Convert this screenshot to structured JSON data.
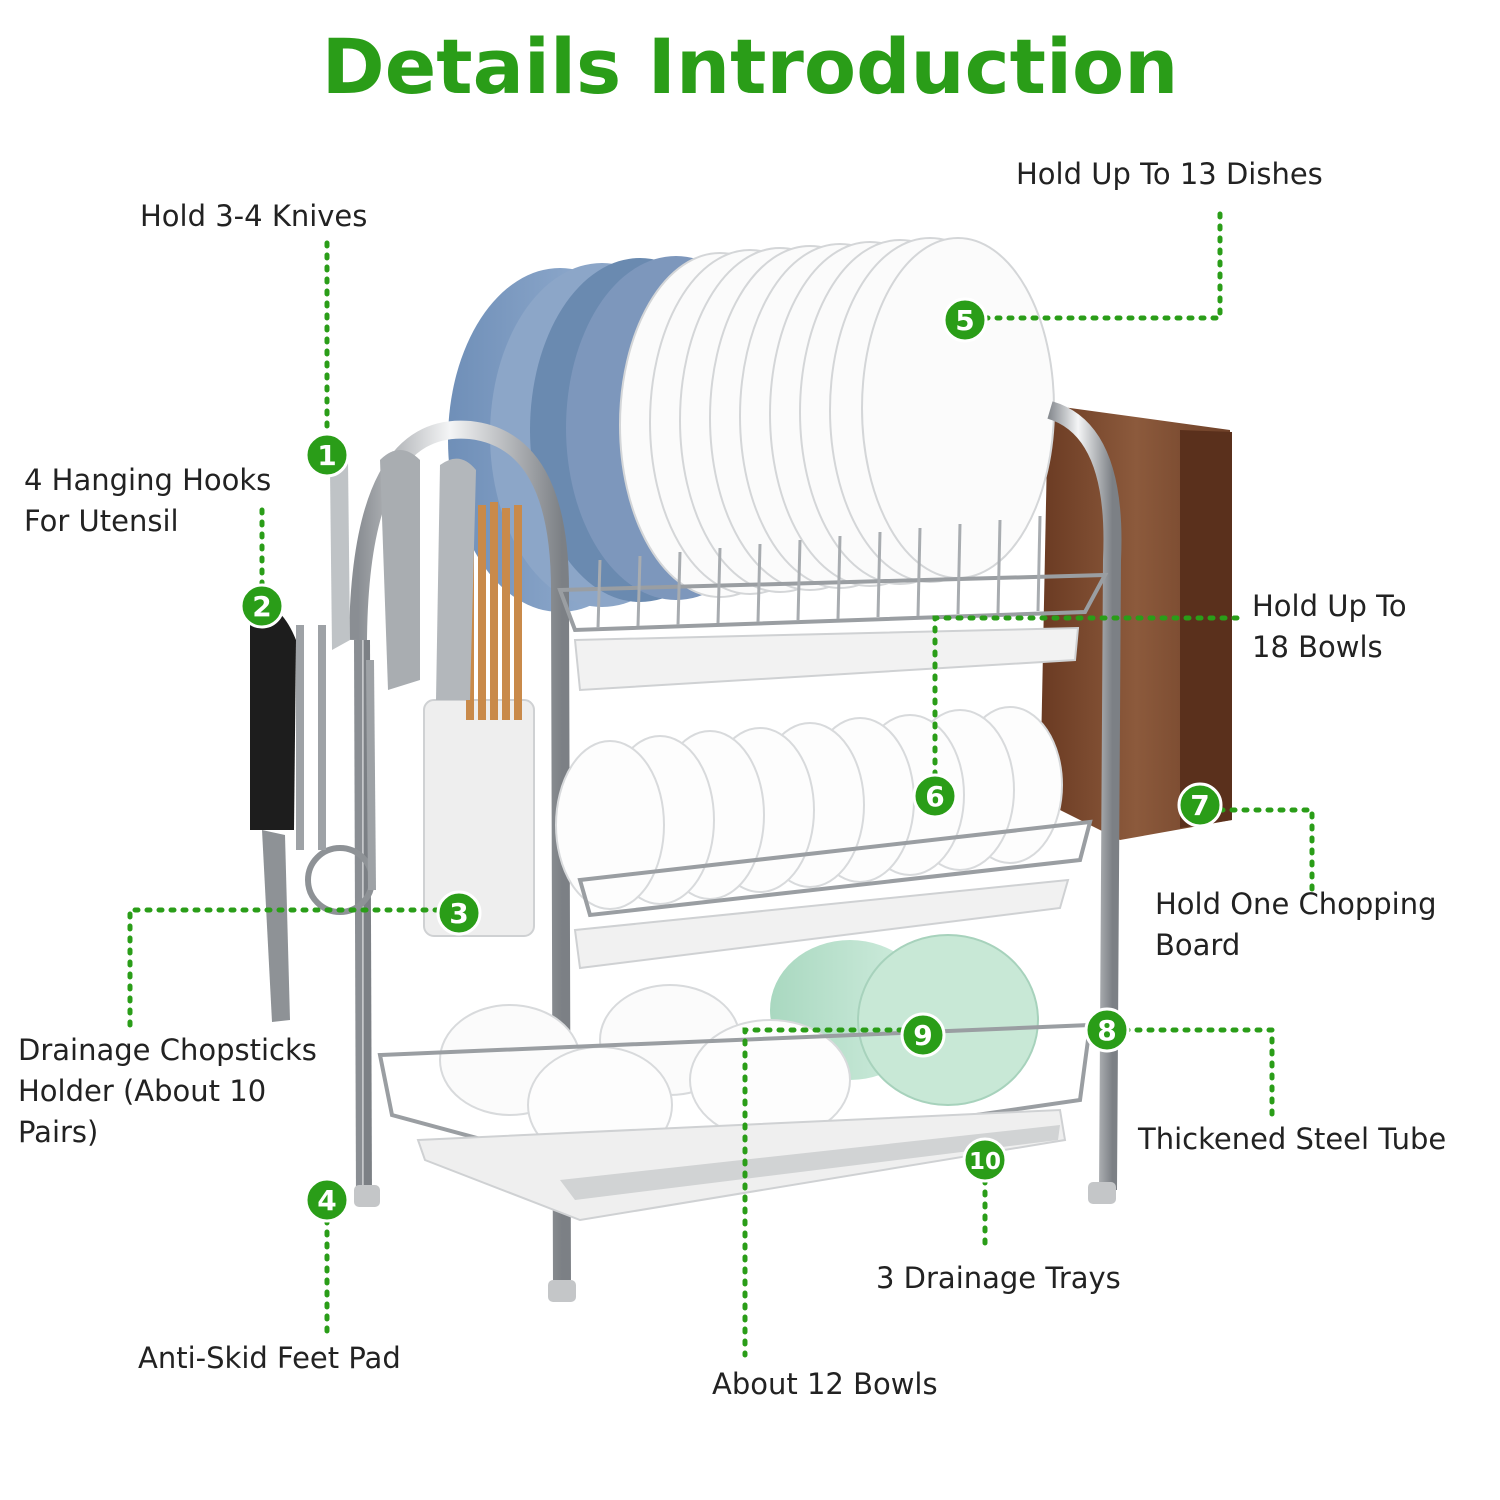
{
  "title": "Details Introduction",
  "accent_color": "#2a9d18",
  "product": "stainless-steel-three-tier-dish-rack",
  "callouts": [
    {
      "number": "1",
      "text": "Hold 3-4 Knives"
    },
    {
      "number": "2",
      "text": "4 Hanging Hooks\nFor Utensil"
    },
    {
      "number": "3",
      "text": "Drainage Chopsticks\nHolder (About 10\nPairs)"
    },
    {
      "number": "4",
      "text": "Anti-Skid Feet Pad"
    },
    {
      "number": "5",
      "text": "Hold Up To 13 Dishes"
    },
    {
      "number": "6",
      "text": "Hold Up To\n18 Bowls"
    },
    {
      "number": "7",
      "text": "Hold One Chopping\nBoard"
    },
    {
      "number": "8",
      "text": "Thickened Steel Tube"
    },
    {
      "number": "9",
      "text": "About 12 Bowls"
    },
    {
      "number": "10",
      "text": "3 Drainage Trays"
    }
  ]
}
